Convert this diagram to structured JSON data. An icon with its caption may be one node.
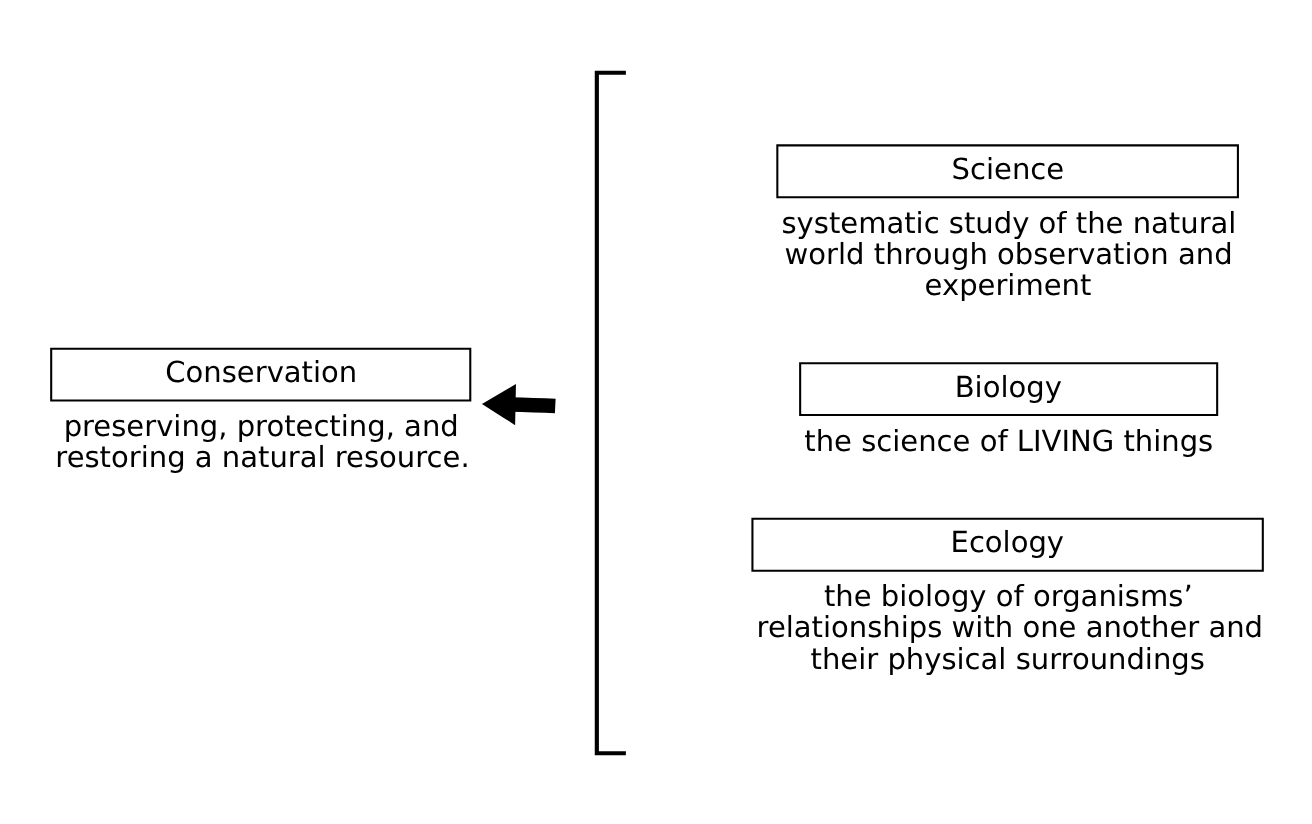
{
  "diagram": {
    "nodes": [
      {
        "text": [
          "Conservation",
          "preserving, protecting, and restoring a natural resource."
        ]
      },
      {
        "text": [],
        "shape": "bracket"
      },
      {
        "text": [
          "Science",
          "systematic study of the natural world through observation and experiment"
        ]
      },
      {
        "text": [
          "Biology",
          "the science of LIVING things"
        ]
      },
      {
        "text": [
          "Ecology",
          "the biology of organisms’ relationships with one another and their physical surroundings"
        ]
      }
    ],
    "edges": [
      {
        "from": 1,
        "to": 0,
        "arrow": "to"
      }
    ]
  }
}
